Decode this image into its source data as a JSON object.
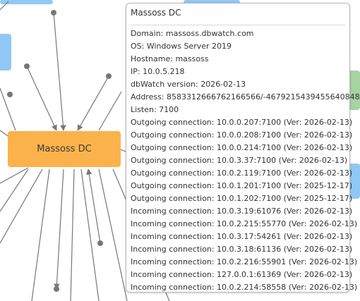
{
  "colors": {
    "main_node": "#fbb24b",
    "blue_node": "#90c8f5",
    "green_node": "#a6d3a1",
    "edge": "#777777"
  },
  "node": {
    "label": "Massoss DC"
  },
  "tooltip": {
    "title": "Massoss DC",
    "lines": [
      "Domain: massoss.dbwatch.com",
      "OS: Windows Server 2019",
      "Hostname: massoss",
      "IP: 10.0.5.218",
      "dbWatch version: 2026-02-13",
      "Address: 8583312666762166566/-4679215439455640848",
      "Listen: 7100",
      "Outgoing connection: 10.0.0.207:7100 (Ver: 2026-02-13)",
      "Outgoing connection: 10.0.0.208:7100 (Ver: 2026-02-13)",
      "Outgoing connection: 10.0.0.214:7100 (Ver: 2026-02-13)",
      "Outgoing connection: 10.0.3.37:7100 (Ver: 2026-02-13)",
      "Outgoing connection: 10.0.2.119:7100 (Ver: 2026-02-13)",
      "Outgoing connection: 10.0.1.201:7100 (Ver: 2025-12-17)",
      "Outgoing connection: 10.0.1.202:7100 (Ver: 2025-12-17)",
      "Incoming connection: 10.0.3.19:61076 (Ver: 2026-02-13)",
      "Incoming connection: 10.0.2.215:55770 (Ver: 2026-02-13)",
      "Incoming connection: 10.0.3.17:54261 (Ver: 2026-02-13)",
      "Incoming connection: 10.0.3.18:61136 (Ver: 2026-02-13)",
      "Incoming connection: 10.0.2.216:55901 (Ver: 2026-02-13)",
      "Incoming connection: 127.0.0.1:61369 (Ver: 2026-02-13)",
      "Incoming connection: 10.0.2.214:58558 (Ver: 2026-02-13)"
    ]
  }
}
